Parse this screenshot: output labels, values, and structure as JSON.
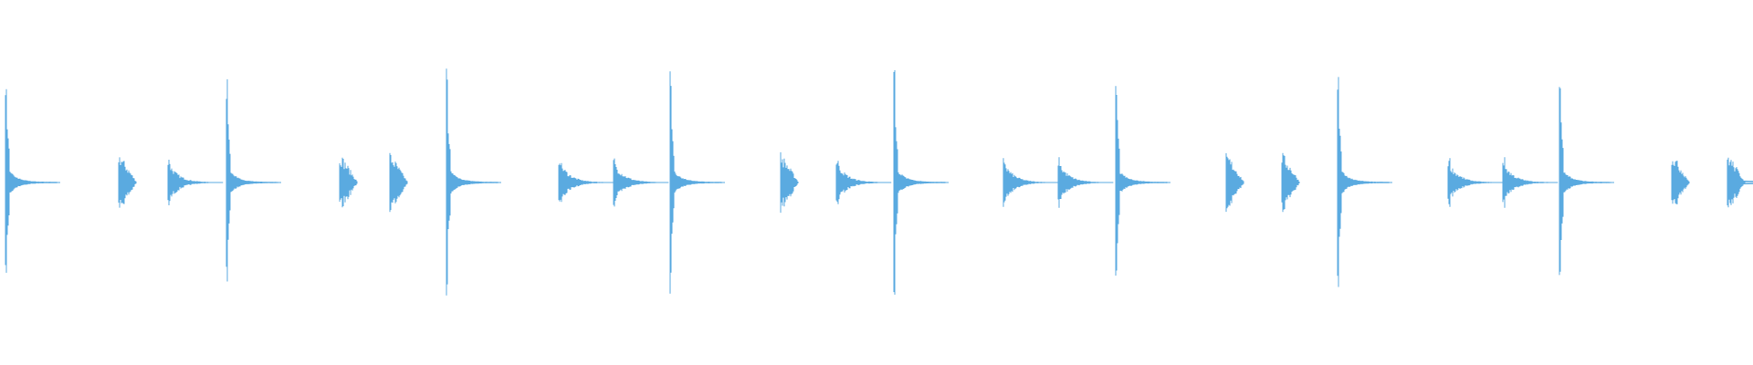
{
  "waveform": {
    "color": "#5aaae0",
    "events": [
      {
        "time": 0.06,
        "amplitude": 1.0,
        "kind": "kick"
      },
      {
        "time": 1.3,
        "amplitude": 0.27,
        "kind": "tick"
      },
      {
        "time": 1.84,
        "amplitude": 0.22,
        "kind": "hat"
      },
      {
        "time": 2.48,
        "amplitude": 0.94,
        "kind": "kick"
      },
      {
        "time": 3.72,
        "amplitude": 0.27,
        "kind": "tick"
      },
      {
        "time": 4.27,
        "amplitude": 0.27,
        "kind": "tick"
      },
      {
        "time": 4.89,
        "amplitude": 1.02,
        "kind": "kick"
      },
      {
        "time": 6.12,
        "amplitude": 0.24,
        "kind": "hat"
      },
      {
        "time": 6.72,
        "amplitude": 0.22,
        "kind": "hat"
      },
      {
        "time": 7.34,
        "amplitude": 0.99,
        "kind": "kick"
      },
      {
        "time": 8.55,
        "amplitude": 0.27,
        "kind": "tick"
      },
      {
        "time": 9.16,
        "amplitude": 0.22,
        "kind": "hat"
      },
      {
        "time": 9.79,
        "amplitude": 1.03,
        "kind": "kick"
      },
      {
        "time": 10.99,
        "amplitude": 0.22,
        "kind": "hat"
      },
      {
        "time": 11.59,
        "amplitude": 0.22,
        "kind": "hat"
      },
      {
        "time": 12.22,
        "amplitude": 0.99,
        "kind": "kick"
      },
      {
        "time": 13.43,
        "amplitude": 0.27,
        "kind": "tick"
      },
      {
        "time": 14.04,
        "amplitude": 0.27,
        "kind": "tick"
      },
      {
        "time": 14.65,
        "amplitude": 0.99,
        "kind": "kick"
      },
      {
        "time": 15.86,
        "amplitude": 0.22,
        "kind": "hat"
      },
      {
        "time": 16.46,
        "amplitude": 0.22,
        "kind": "hat"
      },
      {
        "time": 17.08,
        "amplitude": 1.0,
        "kind": "kick"
      },
      {
        "time": 18.31,
        "amplitude": 0.27,
        "kind": "tick"
      },
      {
        "time": 18.92,
        "amplitude": 0.27,
        "kind": "tick_open"
      }
    ]
  }
}
